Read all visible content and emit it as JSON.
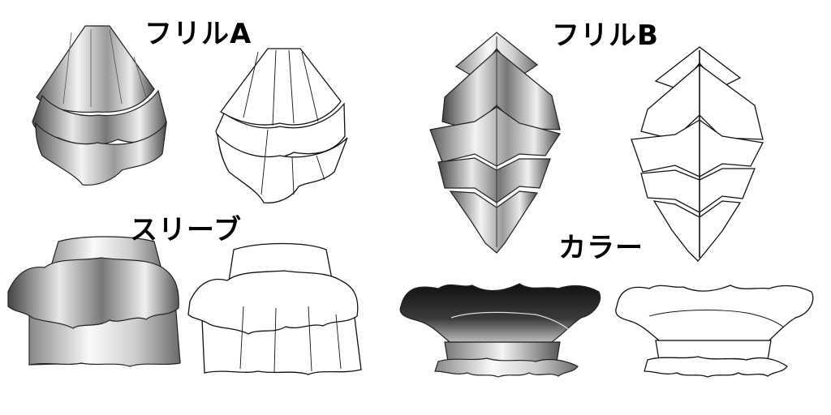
{
  "labels": {
    "frill_a": "フリルA",
    "frill_b": "フリルB",
    "sleeve": "スリーブ",
    "collar": "カラー"
  },
  "colors": {
    "background": "#ffffff",
    "ink": "#000000",
    "shade_dark": "#2a2a2a",
    "shade_light": "#f2f2f2"
  }
}
